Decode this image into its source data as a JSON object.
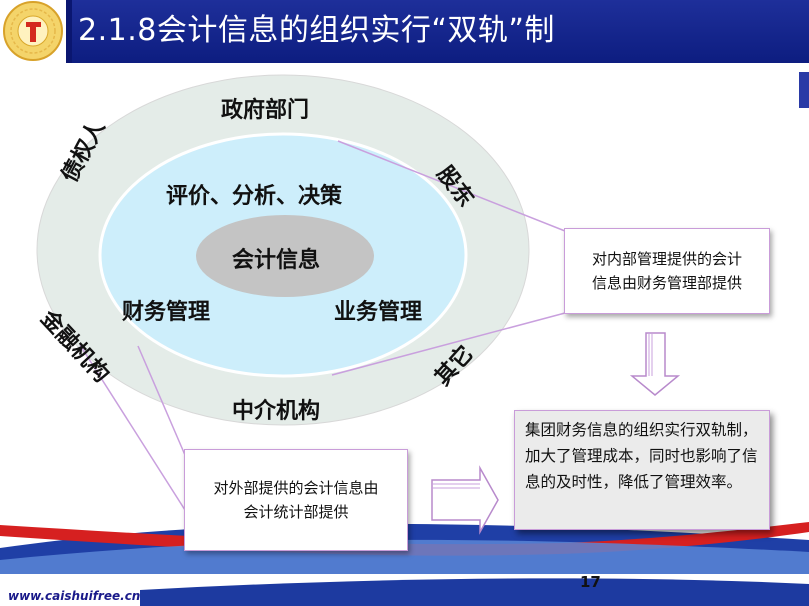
{
  "title": "2.1.8会计信息的组织实行“双轨”制",
  "diagram": {
    "outer_top": "政府部门",
    "outer_left_top": "债权人",
    "outer_right_top": "股东",
    "outer_left_bottom": "金融机构",
    "outer_right_bottom": "其它",
    "outer_bottom": "中介机构",
    "middle_top": "评价、分析、决策",
    "middle_left": "财务管理",
    "middle_right": "业务管理",
    "center": "会计信息"
  },
  "boxes": {
    "internal_line1": "对内部管理提供的会计",
    "internal_line2": "信息由财务管理部提供",
    "external_line1": "对外部提供的会计信息由",
    "external_line2": "会计统计部提供",
    "conclusion": "集团财务信息的组织实行双轨制，加大了管理成本，同时也影响了信息的及时性，降低了管理效率。"
  },
  "footer": {
    "url": "www.caishuifree.cn",
    "page": "17"
  },
  "colors": {
    "title_bar": "#1a2a90",
    "outer_ellipse": "#e4ece8",
    "middle_ellipse": "#cdeefb",
    "inner_ellipse": "#c6c6c6",
    "box_border": "#c99cd9"
  }
}
